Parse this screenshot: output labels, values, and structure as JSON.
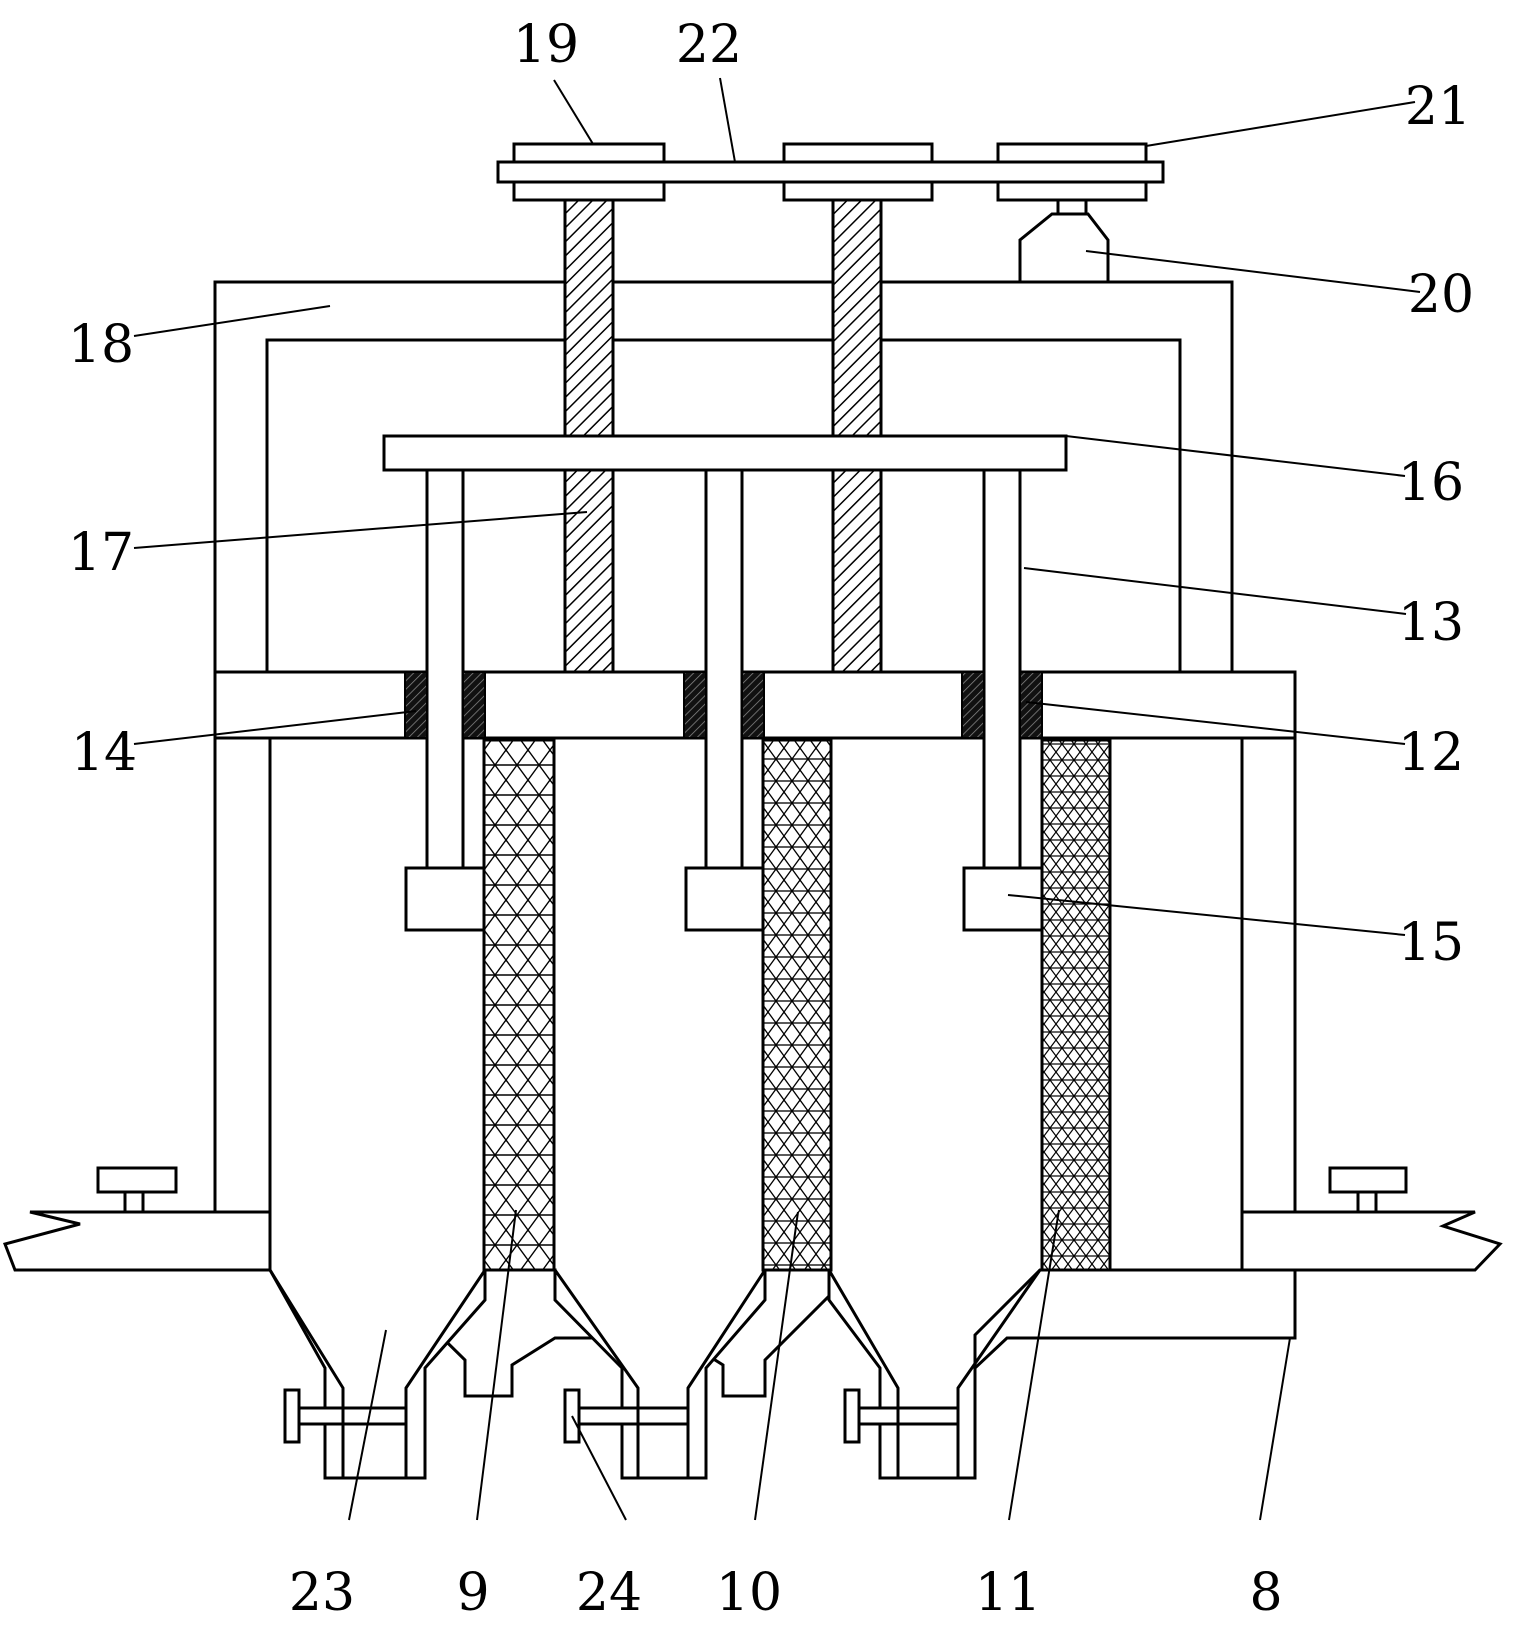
{
  "figure": {
    "labels": {
      "l8": "8",
      "l9": "9",
      "l10": "10",
      "l11": "11",
      "l12": "12",
      "l13": "13",
      "l14": "14",
      "l15": "15",
      "l16": "16",
      "l17": "17",
      "l18": "18",
      "l19": "19",
      "l20": "20",
      "l21": "21",
      "l22": "22",
      "l23": "23",
      "l24": "24"
    }
  }
}
